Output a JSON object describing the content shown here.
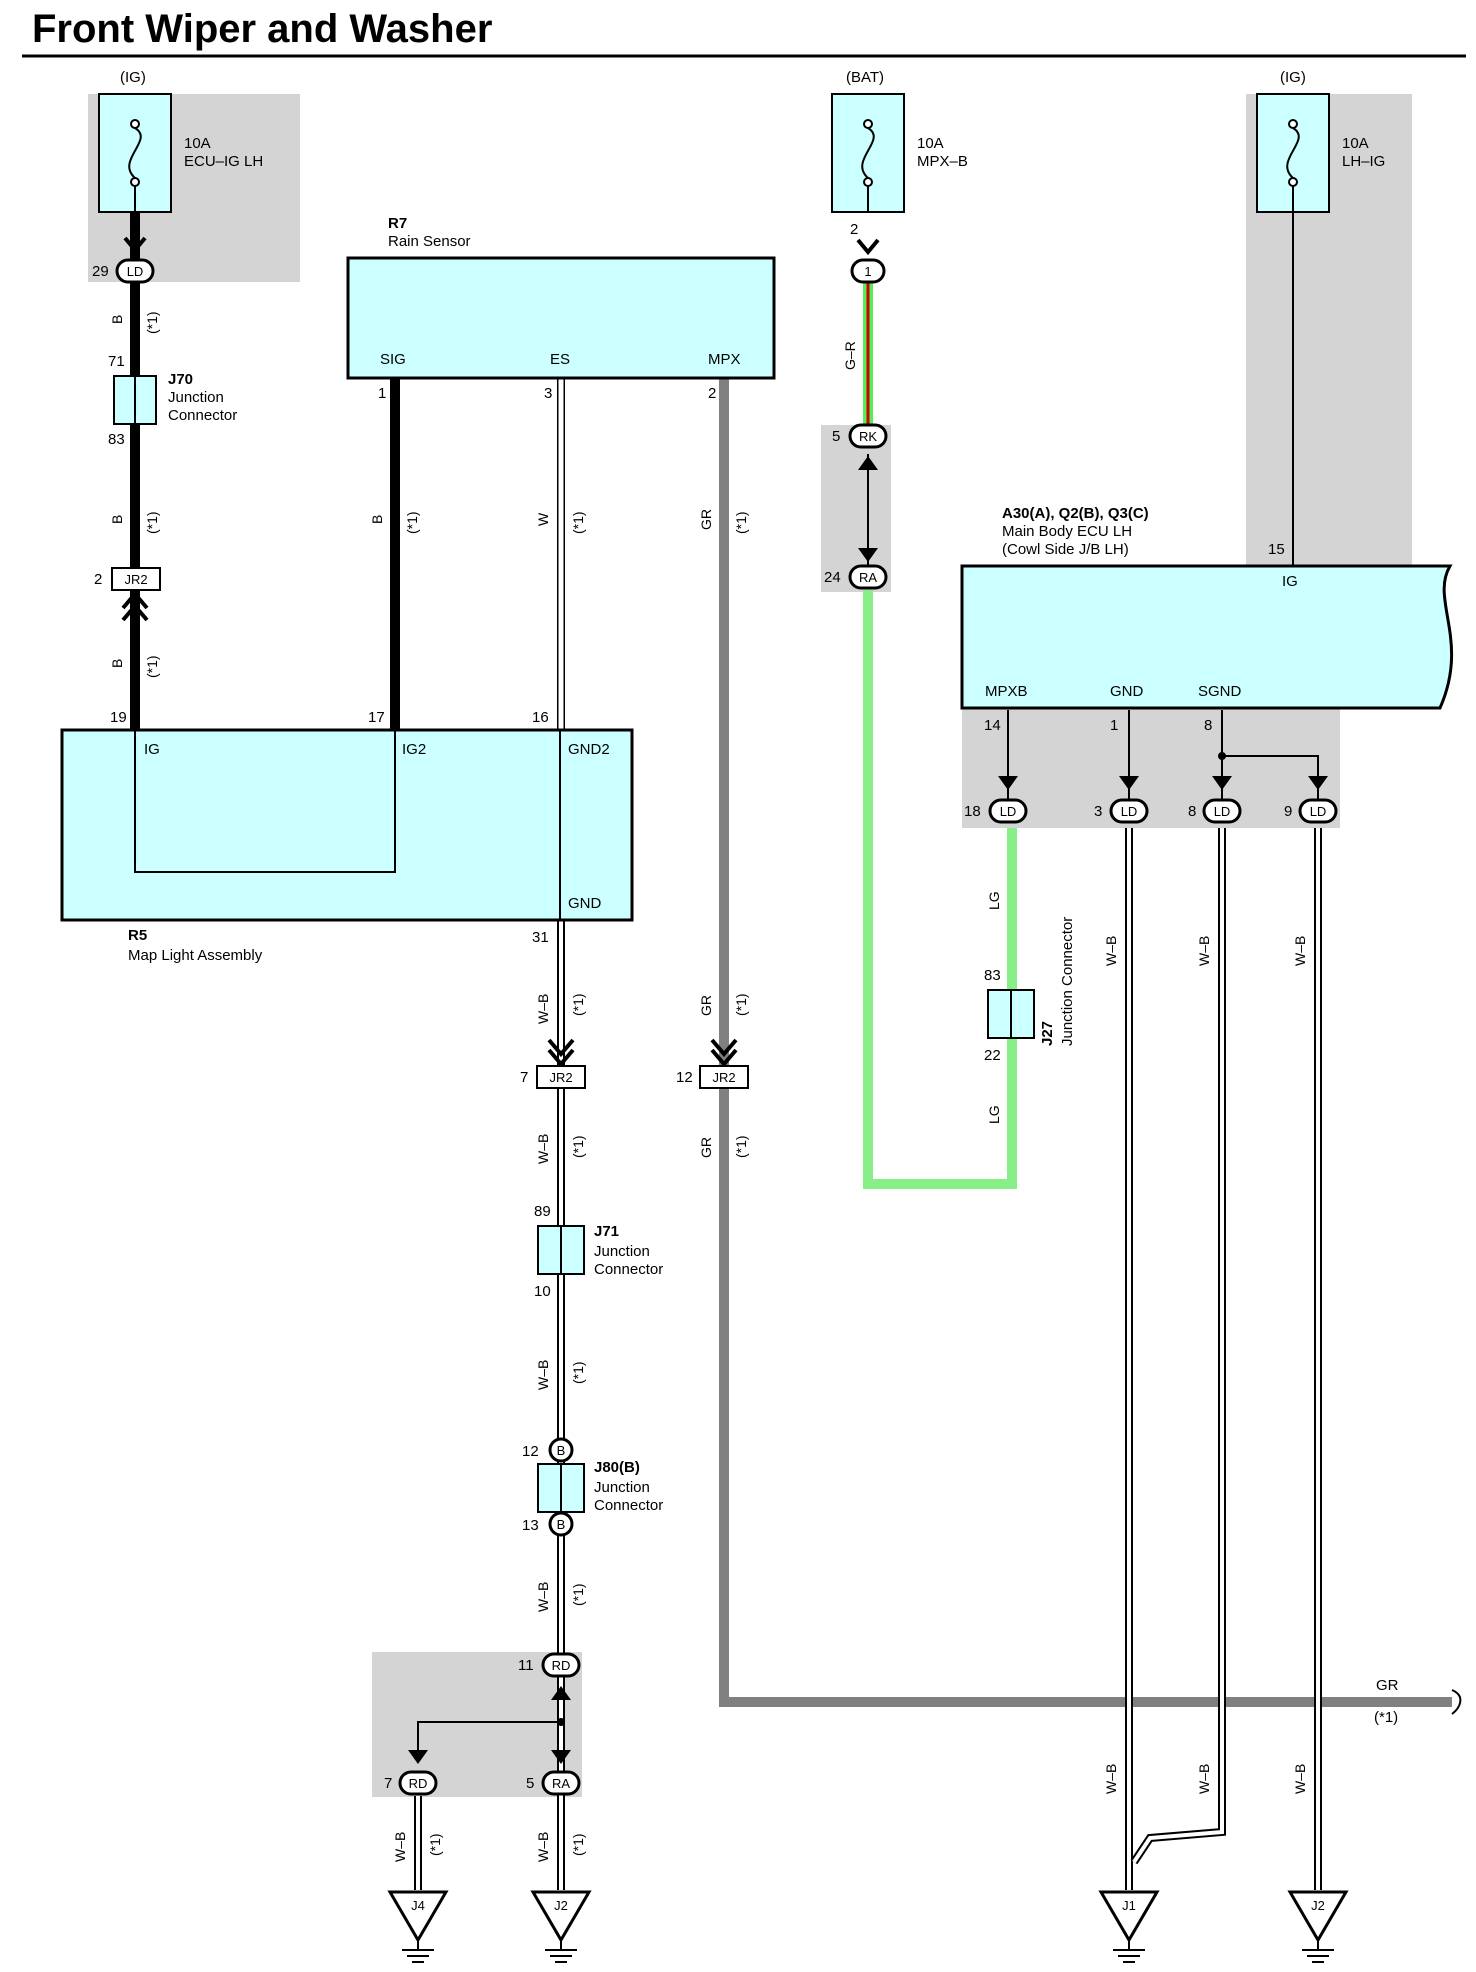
{
  "title": "Front Wiper and Washer",
  "colors": {
    "component_fill": "#ccffff",
    "shaded_area": "#d4d4d4",
    "wire_black": "#000000",
    "wire_gray": "#808080",
    "wire_light_green": "#88ee88",
    "wire_green": "#55ee55",
    "wire_red": "#cc0000"
  },
  "fuses": {
    "left": {
      "supply": "(IG)",
      "rating": "10A",
      "name": "ECU–IG LH"
    },
    "middle": {
      "supply": "(BAT)",
      "rating": "10A",
      "name": "MPX–B"
    },
    "right": {
      "supply": "(IG)",
      "rating": "10A",
      "name": "LH–IG"
    }
  },
  "components": {
    "rain_sensor": {
      "code": "R7",
      "name": "Rain Sensor",
      "terminals": {
        "sig": "SIG",
        "es": "ES",
        "mpx": "MPX"
      }
    },
    "map_light": {
      "code": "R5",
      "name": "Map Light Assembly",
      "terminals": {
        "ig": "IG",
        "ig2": "IG2",
        "gnd2": "GND2",
        "gnd": "GND"
      }
    },
    "body_ecu": {
      "code": "A30(A), Q2(B), Q3(C)",
      "name": "Main Body ECU LH",
      "sub": "(Cowl Side J/B LH)",
      "terminals": {
        "ig": "IG",
        "mpxb": "MPXB",
        "gnd": "GND",
        "sgnd": "SGND"
      }
    }
  },
  "junctions": {
    "j70": {
      "code": "J70",
      "line1": "Junction",
      "line2": "Connector"
    },
    "j71": {
      "code": "J71",
      "line1": "Junction",
      "line2": "Connector"
    },
    "j80": {
      "code": "J80(B)",
      "line1": "Junction",
      "line2": "Connector"
    },
    "j27": {
      "code": "J27",
      "line1": "Junction Connector"
    }
  },
  "connector_codes": {
    "ld": "LD",
    "jr2": "JR2",
    "rk": "RK",
    "ra": "RA",
    "rd": "RD",
    "b": "B",
    "one": "1"
  },
  "pins": {
    "p29": "29",
    "p71": "71",
    "p83": "83",
    "p2": "2",
    "p19": "19",
    "p17": "17",
    "p16": "16",
    "p1": "1",
    "p3": "3",
    "p31": "31",
    "p7": "7",
    "p12": "12",
    "p89": "89",
    "p10": "10",
    "p13": "13",
    "p11": "11",
    "p5": "5",
    "p24": "24",
    "p15": "15",
    "p14": "14",
    "p8": "8",
    "p18": "18",
    "p9": "9",
    "p22": "22"
  },
  "wire_colors": {
    "b": "B",
    "w": "W",
    "gr": "GR",
    "wb": "W–B",
    "gr_r": "G–R",
    "lg": "LG"
  },
  "note": "(*1)",
  "grounds": {
    "j4": "J4",
    "j2": "J2",
    "j1": "J1"
  }
}
